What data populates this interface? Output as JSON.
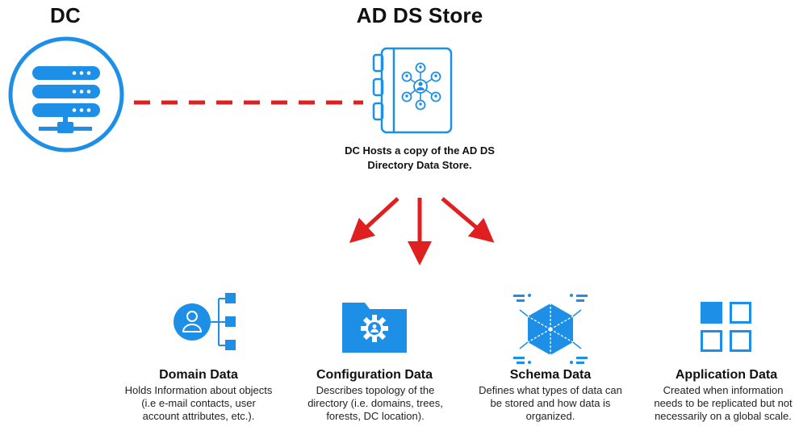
{
  "dc": {
    "title": "DC",
    "icon": "server-icon"
  },
  "store": {
    "title": "AD DS Store",
    "icon": "directory-book-icon",
    "caption": "DC Hosts a copy of the AD DS Directory Data Store."
  },
  "colors": {
    "accent_blue": "#1e8fe6",
    "arrow_red": "#e02020",
    "text": "#111111"
  },
  "categories": [
    {
      "title": "Domain Data",
      "icon": "user-hierarchy-icon",
      "description": "Holds Information about objects (i.e e-mail contacts, user account attributes, etc.)."
    },
    {
      "title": "Configuration Data",
      "icon": "folder-gear-icon",
      "description": "Describes topology of the directory (i.e. domains, trees, forests, DC location)."
    },
    {
      "title": "Schema Data",
      "icon": "cube-network-icon",
      "description": "Defines what types of data can be stored and how data is organized."
    },
    {
      "title": "Application Data",
      "icon": "app-grid-icon",
      "description": "Created when information needs to be replicated but not necessarily on a global scale."
    }
  ]
}
